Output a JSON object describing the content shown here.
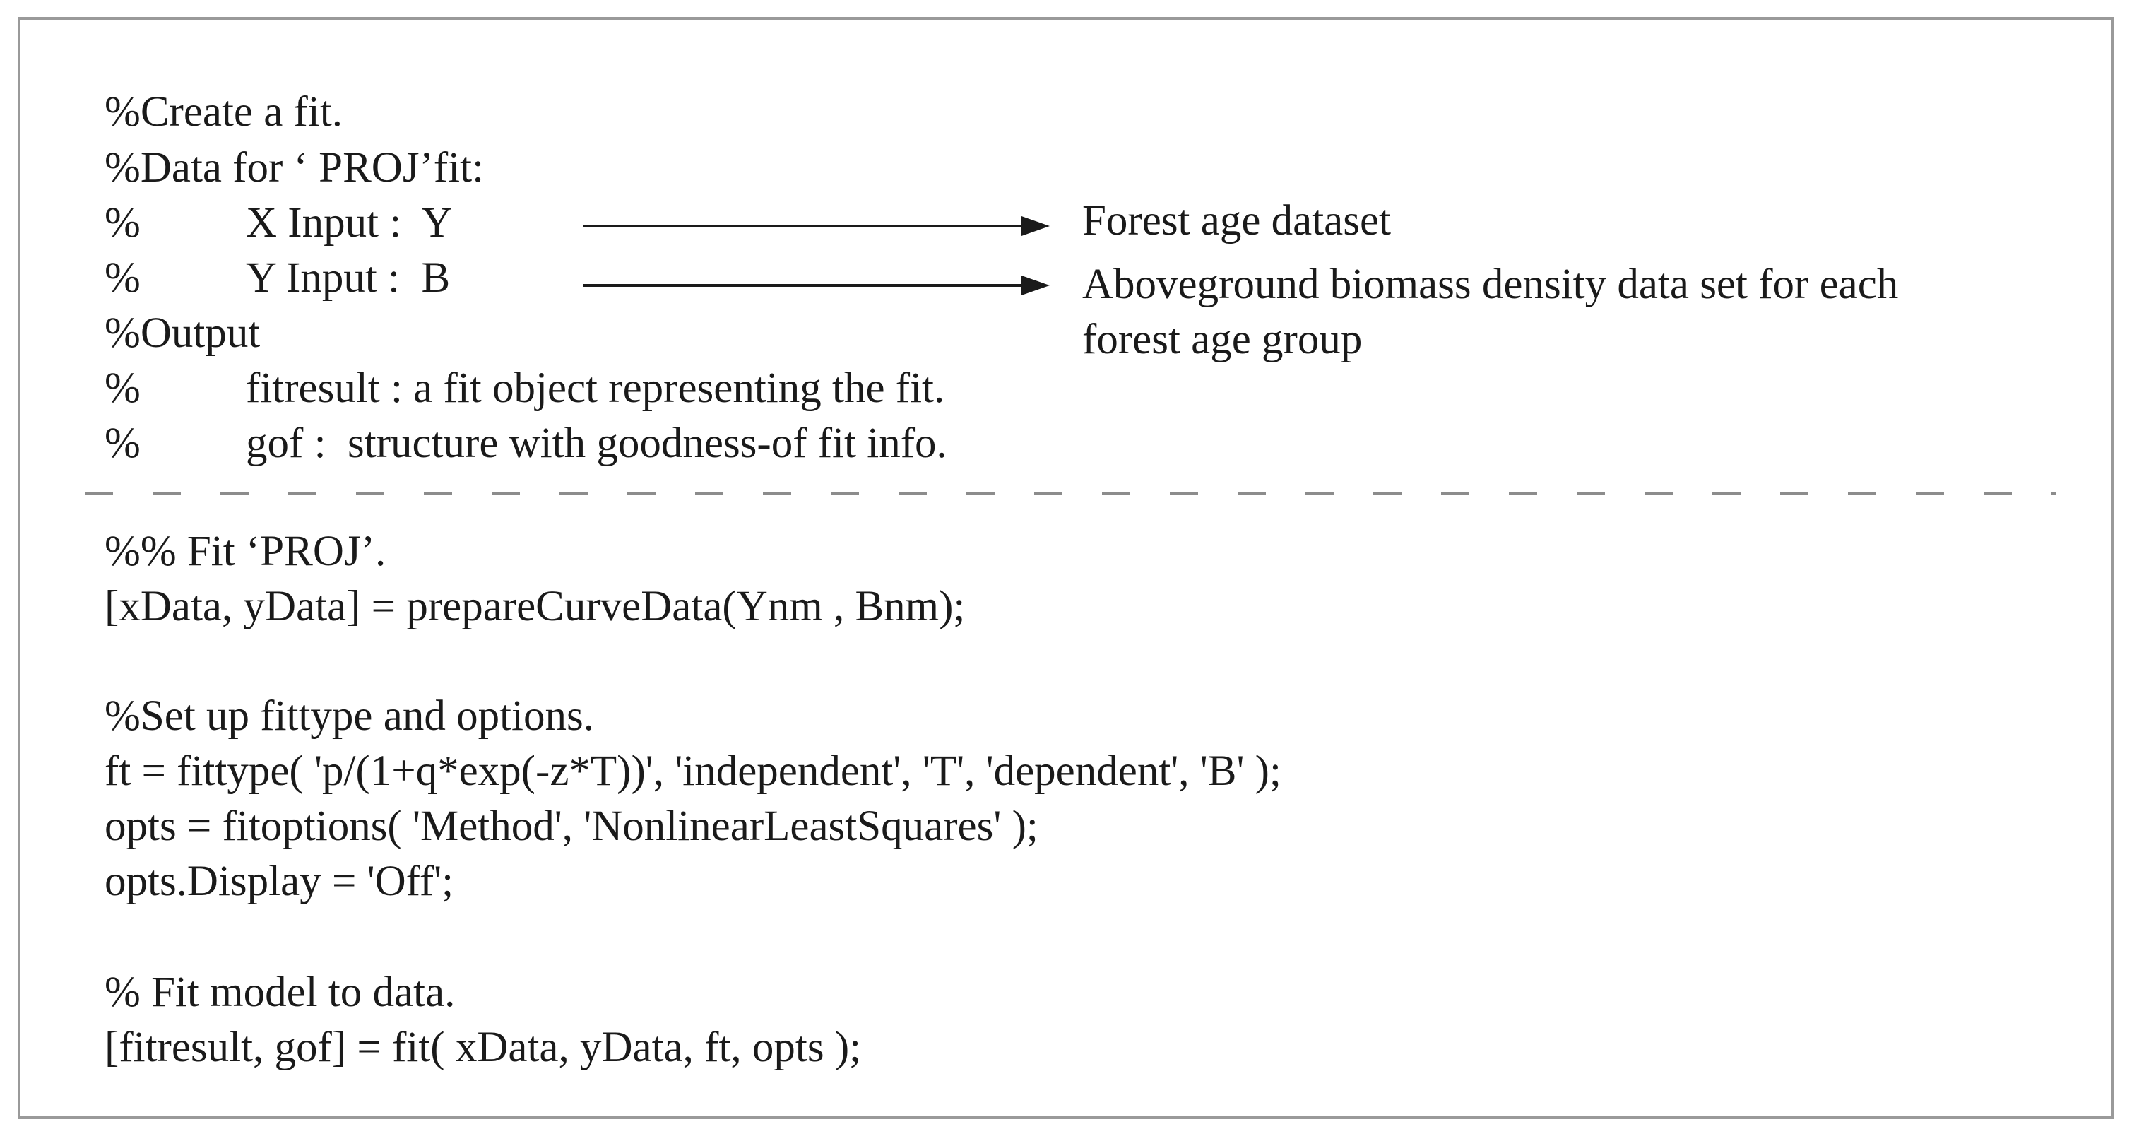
{
  "header_block": {
    "line1": "%Create a fit.",
    "line2": "%Data for ‘ PROJ’fit:",
    "x_pct": "%",
    "x_input": "X Input :  Y",
    "y_pct": "%",
    "y_input": "Y Input :  B",
    "output": "%Output",
    "fit_pct": "%",
    "fitresult": "fitresult : a fit object representing the fit.",
    "gof_pct": "%",
    "gof": "gof :  structure with goodness-of fit info."
  },
  "annotations": {
    "x_note": "Forest age dataset",
    "y_note_line1": "Aboveground biomass density data set for each",
    "y_note_line2": "forest age group"
  },
  "code_block": {
    "fit_comment": "%% Fit ‘PROJ’.",
    "prepare": "[xData, yData] = prepareCurveData(Ynm , Bnm);",
    "setup_comment": "%Set up fittype and options.",
    "fittype": "ft = fittype( 'p/(1+q*exp(-z*T))', 'independent', 'T', 'dependent', 'B' );",
    "fitoptions": "opts = fitoptions( 'Method', 'NonlinearLeastSquares' );",
    "display": "opts.Display = 'Off';",
    "model_comment": "% Fit model to data.",
    "fit_call": "[fitresult, gof] = fit( xData, yData, ft, opts );"
  }
}
